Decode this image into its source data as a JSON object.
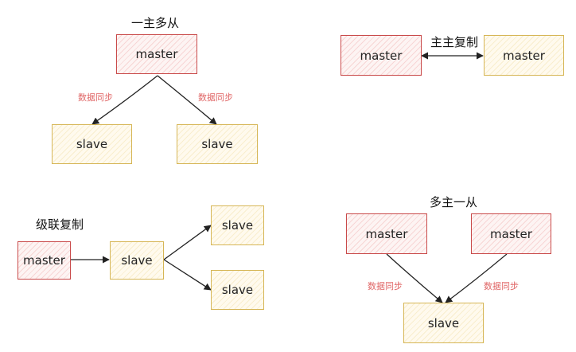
{
  "titles": {
    "one_master_many_slaves": "一主多从",
    "master_master": "主主复制",
    "cascade": "级联复制",
    "many_masters_one_slave": "多主一从"
  },
  "node_labels": {
    "master": "master",
    "slave": "slave"
  },
  "edge_label": "数据同步",
  "colors": {
    "master_border": "#c94a4a",
    "slave_border": "#d6b656",
    "edge_label": "#e06666",
    "arrow": "#222222"
  }
}
